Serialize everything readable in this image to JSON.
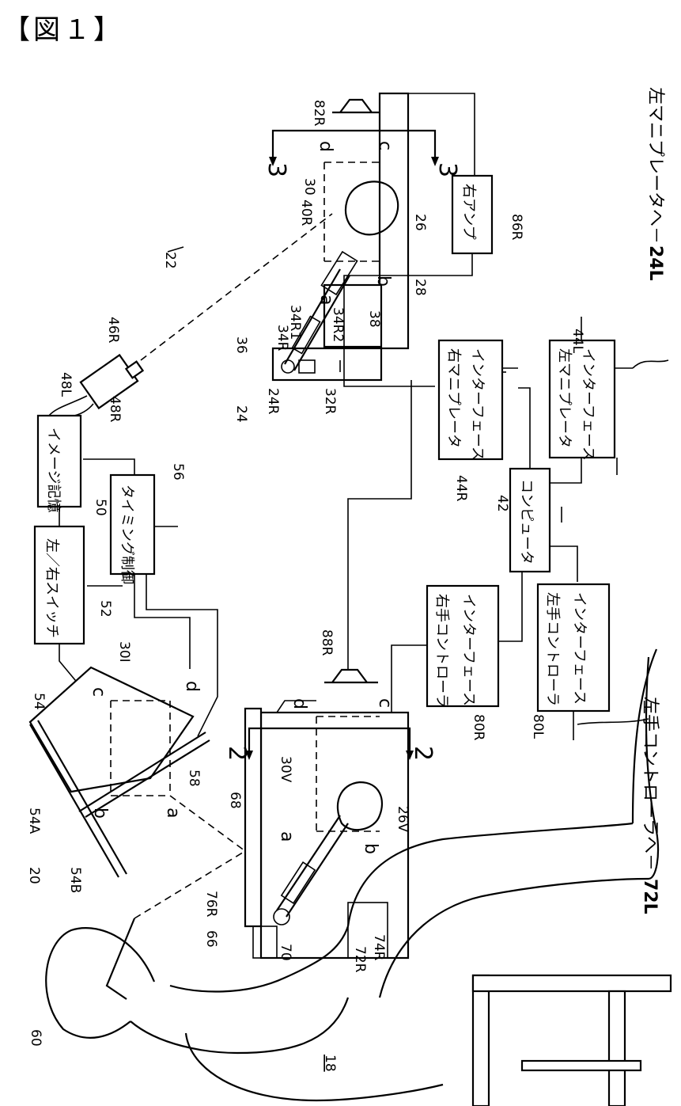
{
  "figure_title": "【図１】",
  "blocks": {
    "image_store": "イメージ記憶",
    "timing_control": "タイミング制御",
    "lr_switch": "左／右スイッチ",
    "right_amp": "右アンプ",
    "right_manip_if_1": "右マニプレータ",
    "right_manip_if_2": "インターフェース",
    "left_manip_if_1": "左マニプレータ",
    "left_manip_if_2": "インターフェース",
    "computer": "コンピュータ",
    "right_ctrl_if_1": "右手コントローラ",
    "right_ctrl_if_2": "インターフェース",
    "left_ctrl_if_1": "左手コントローラ",
    "left_ctrl_if_2": "インターフェース"
  },
  "side_notes": {
    "to_left_manipulator": "左マニプレータへ－",
    "to_left_manipulator_ref": "24L",
    "to_left_controller": "左手コントローラへ－",
    "to_left_controller_ref": "72L"
  },
  "refs": {
    "r82R": "82R",
    "r3a": "3",
    "r3b": "3",
    "rd1": "d",
    "rc1": "c",
    "r30": "30",
    "r40R": "40R",
    "r26": "26",
    "r86R": "86R",
    "r22": "22",
    "ra1": "a",
    "rb1": "b",
    "r28": "28",
    "r34R1": "34R1",
    "r34R": "34R",
    "r34R2": "34R2",
    "r38": "38",
    "r36": "36",
    "r46R": "46R",
    "r48L": "48L",
    "r48R": "48R",
    "r24": "24",
    "r24R": "24R",
    "r32R": "32R",
    "r44L": "44L",
    "r56": "56",
    "r50": "50",
    "r44R": "44R",
    "r42": "42",
    "r52": "52",
    "r88R": "88R",
    "r30I": "30I",
    "rc2": "c",
    "rd2": "d",
    "r54": "54",
    "rd3": "d",
    "rc3": "c",
    "r80R": "80R",
    "r80L": "80L",
    "r2a": "2",
    "r2b": "2",
    "r30V": "30V",
    "r58": "58",
    "r68": "68",
    "r26V": "26V",
    "r54A": "54A",
    "rb2": "b",
    "ra2": "a",
    "ra3": "a",
    "rb3": "b",
    "r20": "20",
    "r54B": "54B",
    "r76R": "76R",
    "r66": "66",
    "r70": "70",
    "r72R": "72R",
    "r74R": "74R",
    "r60": "60",
    "r18": "18"
  }
}
